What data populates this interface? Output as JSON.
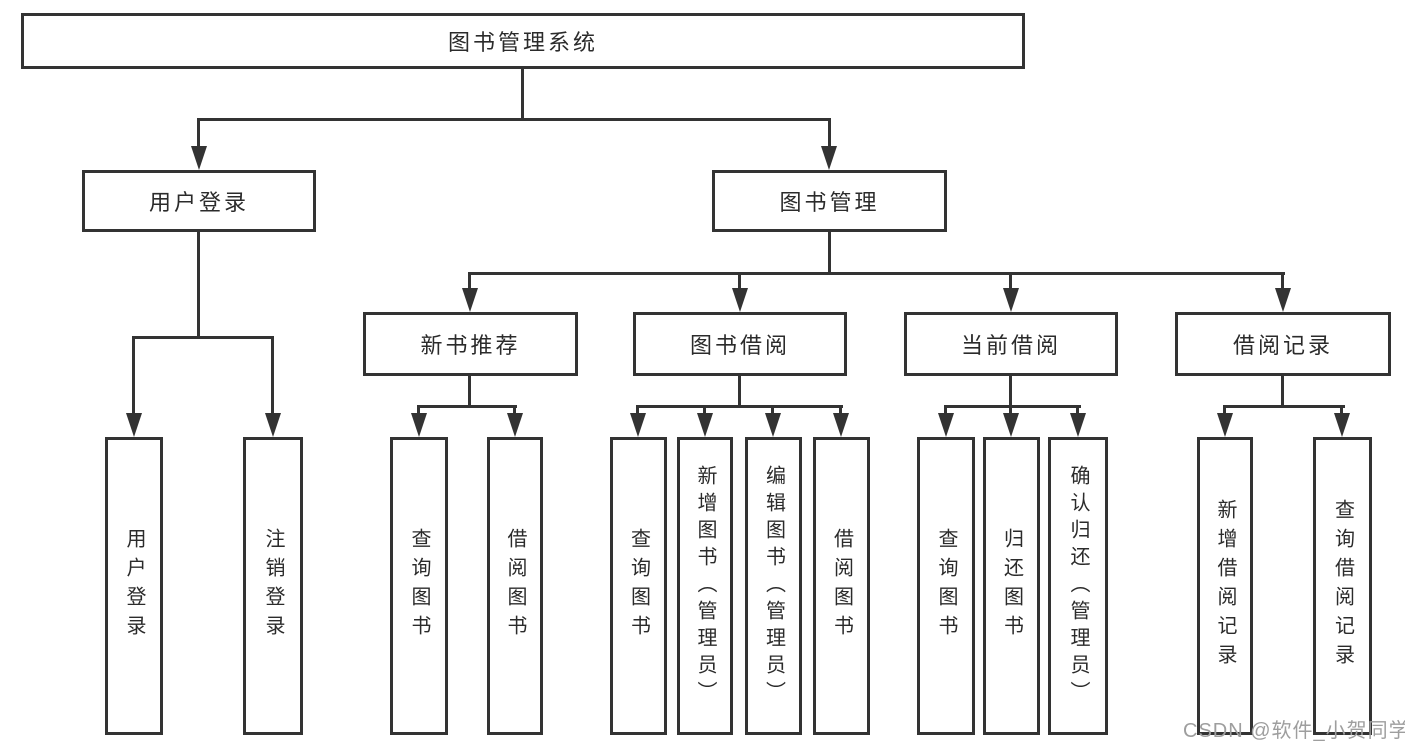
{
  "tree": {
    "label": "图书管理系统",
    "children": [
      {
        "label": "用户登录",
        "children": [
          {
            "label": "用户登录"
          },
          {
            "label": "注销登录"
          }
        ]
      },
      {
        "label": "图书管理",
        "children": [
          {
            "label": "新书推荐",
            "children": [
              {
                "label": "查询图书"
              },
              {
                "label": "借阅图书"
              }
            ]
          },
          {
            "label": "图书借阅",
            "children": [
              {
                "label": "查询图书"
              },
              {
                "label": "新增图书（管理员）"
              },
              {
                "label": "编辑图书（管理员）"
              },
              {
                "label": "借阅图书"
              }
            ]
          },
          {
            "label": "当前借阅",
            "children": [
              {
                "label": "查询图书"
              },
              {
                "label": "归还图书"
              },
              {
                "label": "确认归还（管理员）"
              }
            ]
          },
          {
            "label": "借阅记录",
            "children": [
              {
                "label": "新增借阅记录"
              },
              {
                "label": "查询借阅记录"
              }
            ]
          }
        ]
      }
    ]
  },
  "watermark": {
    "text": "CSDN @软件_小贺同学"
  },
  "colors": {
    "line": "#333333",
    "text": "#2b2b2b",
    "watermark": "#9e9e9e",
    "background": "#ffffff"
  }
}
